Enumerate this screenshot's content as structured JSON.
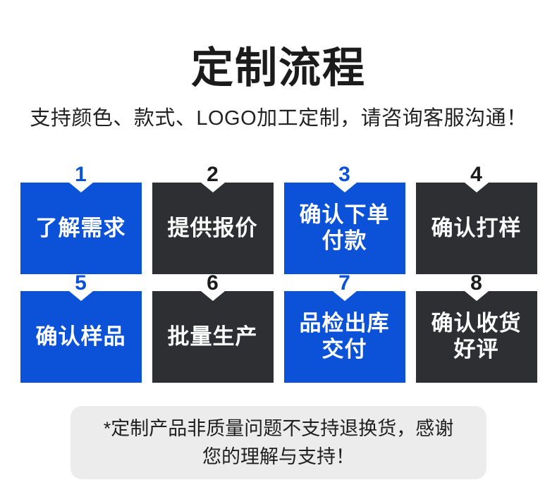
{
  "page": {
    "title": "定制流程",
    "subtitle": "支持颜色、款式、LOGO加工定制，请咨询客服沟通！",
    "footer_note": "*定制产品非质量问题不支持退换货，感谢\n您的理解与支持！"
  },
  "colors": {
    "accent_blue": "#0b52d9",
    "dark": "#2d2f33",
    "footer_bg": "#ececec"
  },
  "steps": [
    {
      "number": "1",
      "label": "了解需求",
      "variant": "blue"
    },
    {
      "number": "2",
      "label": "提供报价",
      "variant": "dark"
    },
    {
      "number": "3",
      "label": "确认下单\n付款",
      "variant": "blue"
    },
    {
      "number": "4",
      "label": "确认打样",
      "variant": "dark"
    },
    {
      "number": "5",
      "label": "确认样品",
      "variant": "blue"
    },
    {
      "number": "6",
      "label": "批量生产",
      "variant": "dark"
    },
    {
      "number": "7",
      "label": "品检出库\n交付",
      "variant": "blue"
    },
    {
      "number": "8",
      "label": "确认收货\n好评",
      "variant": "dark"
    }
  ]
}
